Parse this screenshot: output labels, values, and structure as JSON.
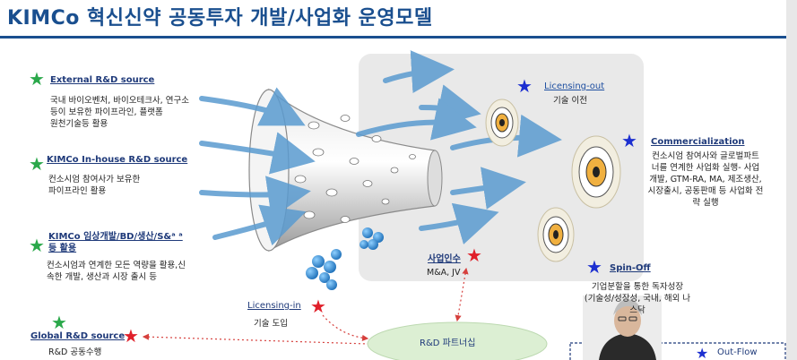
{
  "title": "KIMCo 혁신신약 공동투자 개발/사업화 운영모델",
  "left_items": [
    {
      "label": "External R&D source",
      "desc": [
        "국내 바이오벤처, 바이오테크사, 연구소",
        "등이 보유한 파이프라인, 플랫폼",
        "원천기술등 활용"
      ]
    },
    {
      "label": "KIMCo In-house R&D source",
      "desc": [
        "컨소시엄 참여사가 보유한",
        "파이프라인 활용"
      ]
    },
    {
      "label_lines": [
        "KIMCo 임상개발/BD/생산/S&ᵃ ᵃ",
        "등 활용"
      ],
      "desc": [
        "컨소시엄과 연계한 모든 역량을 활용,신",
        "속한 개발, 생산과 시장 출시 등"
      ]
    },
    {
      "label": "Global R&D source",
      "desc": [
        "R&D 공동수행"
      ]
    }
  ],
  "licensing_out": {
    "label": "Licensing-out",
    "desc": "기술 이전"
  },
  "commercialization": {
    "label": "Commercialization",
    "desc": [
      "컨소시엄 참여사와 글로벌파트",
      "너를 연계한 사업화 실행-  사업",
      "개발, GTM-RA, MA, 제조생산,",
      "시장출시, 공동판매 등 사업화 전",
      "략 실행"
    ]
  },
  "spin_off": {
    "label": "Spin-Off",
    "desc": [
      "기업분할을 통한 독자성장",
      "(기술성/성장성, 국내, 해외 나",
      "스닥"
    ]
  },
  "acquisition": {
    "label": "사업인수",
    "desc": "M&A, JV"
  },
  "licensing_in": {
    "label": "Licensing-in",
    "desc": "기술 도입"
  },
  "partnership": {
    "label": "R&D  파트너십"
  },
  "out_flow": {
    "label": "Out-Flow"
  },
  "colors": {
    "title": "#1a4f8f",
    "label_navy": "#1f3a7a",
    "star_green": "#2aa84a",
    "star_blue": "#1c2fd0",
    "star_red": "#e0202a",
    "arrow": "#4a90c8"
  }
}
